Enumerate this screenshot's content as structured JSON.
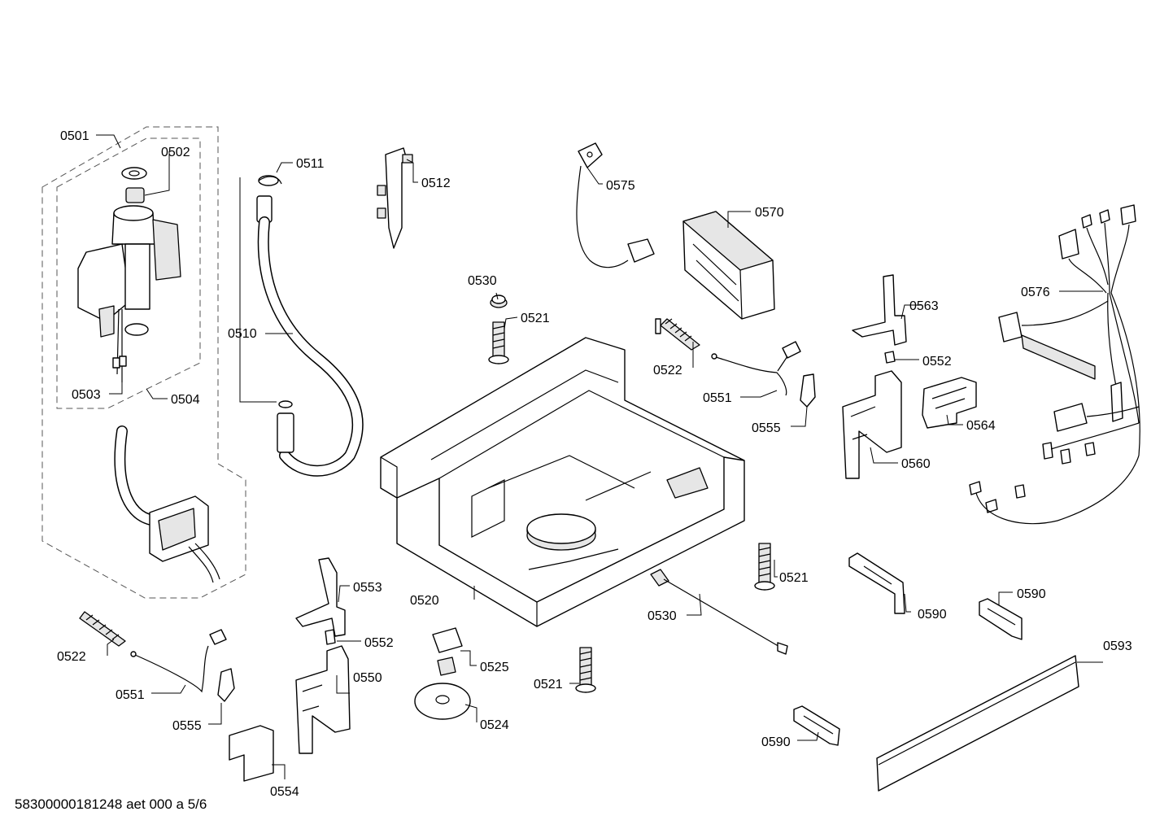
{
  "document": {
    "reference": "58300000181248 aet 000 a 5/6"
  },
  "callouts": {
    "c0501": "0501",
    "c0502": "0502",
    "c0503": "0503",
    "c0504": "0504",
    "c0510": "0510",
    "c0511": "0511",
    "c0512": "0512",
    "c0520": "0520",
    "c0521a": "0521",
    "c0521b": "0521",
    "c0521c": "0521",
    "c0522a": "0522",
    "c0522b": "0522",
    "c0524": "0524",
    "c0525": "0525",
    "c0530a": "0530",
    "c0530b": "0530",
    "c0550": "0550",
    "c0551a": "0551",
    "c0551b": "0551",
    "c0552a": "0552",
    "c0552b": "0552",
    "c0553": "0553",
    "c0554": "0554",
    "c0555a": "0555",
    "c0555b": "0555",
    "c0560": "0560",
    "c0563": "0563",
    "c0564": "0564",
    "c0570": "0570",
    "c0575": "0575",
    "c0576": "0576",
    "c0590a": "0590",
    "c0590b": "0590",
    "c0590c": "0590",
    "c0593": "0593"
  }
}
